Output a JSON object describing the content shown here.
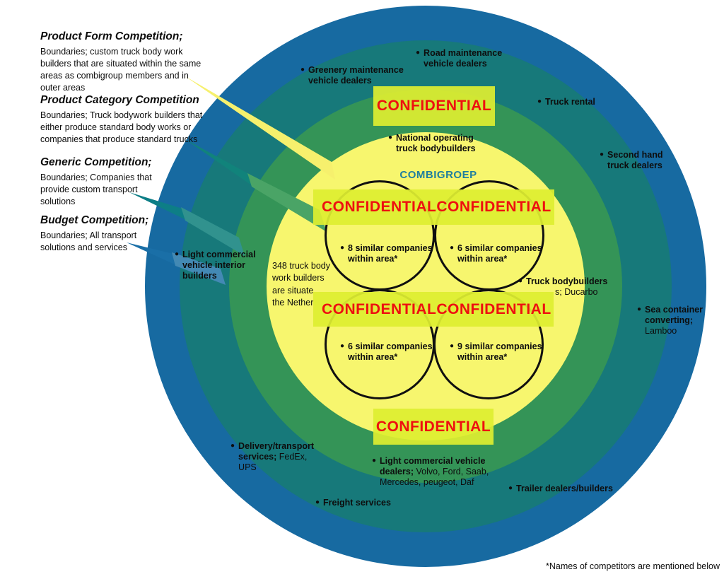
{
  "legend": {
    "blocks": [
      {
        "title": "Product Form Competition;",
        "body": "Boundaries; custom truck body work\nbuilders that are situated within the same\nareas as combigroup members and in\nouter areas"
      },
      {
        "title": "Product Category Competition",
        "body": "Boundaries; Truck bodywork builders that\neither produce standard body works or\ncompanies that produce standard trucks"
      },
      {
        "title": "Generic Competition;",
        "body": "Boundaries; Companies that\nprovide custom transport\nsolutions"
      },
      {
        "title": "Budget Competition;",
        "body": "Boundaries; All transport\nsolutions and services"
      }
    ]
  },
  "center": {
    "brand": "COMBIGROEP",
    "confidential": "CONFIDENTIAL",
    "note_348": "348 truck body\nwork builders\nare situate\nthe Nether",
    "venn": [
      "8 similar companies\nwithin area*",
      "6 similar companies\nwithin area*",
      "6 similar companies\nwithin area*",
      "9 similar companies\nwithin area*"
    ]
  },
  "labels": {
    "national": "National operating\ntruck bodybuilders",
    "road": "Road maintenance\nvehicle dealers",
    "greenery": "Greenery maintenance\nvehicle dealers",
    "truck_rental": "Truck rental",
    "second_hand": "Second hand\ntruck dealers",
    "light_interior": "Light commercial\nvehicle interior\nbuilders",
    "truck_bodybuilders": {
      "bold": "Truck bodybuilders",
      "rest": "s; Ducarbo"
    },
    "sea_container": {
      "bold": "Sea container\nconverting;",
      "rest": "\nLamboo"
    },
    "delivery": {
      "bold": "Delivery/transport\nservices;",
      "rest": " FedEx,\nUPS"
    },
    "light_dealers": {
      "bold": "Light commercial vehicle\ndealers;",
      "rest": " Volvo, Ford, Saab,\nMercedes, peugeot, Daf"
    },
    "freight": "Freight services",
    "trailer": "Trailer dealers/builders"
  },
  "footnote": "*Names of competitors are mentioned below",
  "glyphs": {
    "bullet": "●"
  },
  "colors": {
    "budget_ring": "#176aa1",
    "generic_ring": "#17797a",
    "category_ring": "#349457",
    "form_center": "#f7f66e",
    "confidential_bg": "#deee30",
    "confidential_text": "#ee1010",
    "brand_text": "#1f7e9e"
  }
}
